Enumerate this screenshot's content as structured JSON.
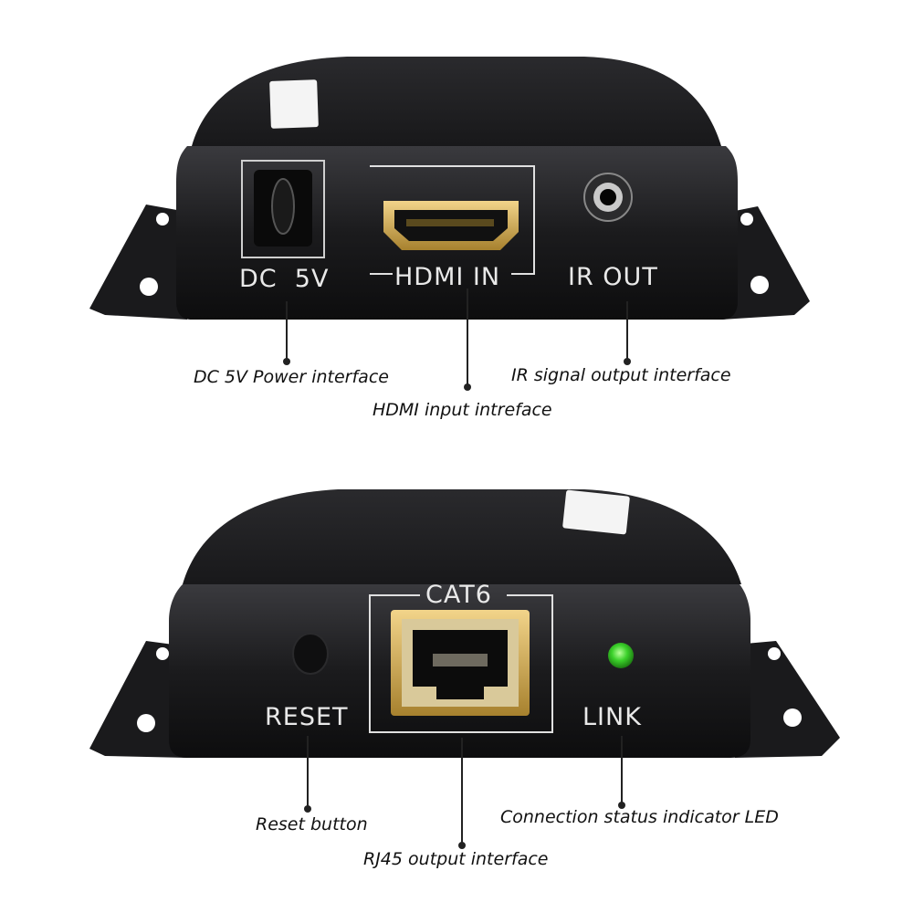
{
  "top_unit": {
    "port_labels": {
      "dc": "DC  5V",
      "hdmi": "HDMI IN",
      "ir": "IR OUT"
    },
    "callouts": {
      "dc": "DC 5V Power interface",
      "hdmi": "HDMI input intreface",
      "ir": "IR signal output interface"
    }
  },
  "bottom_unit": {
    "port_labels": {
      "cat6": "CAT6",
      "reset": "RESET",
      "link": "LINK"
    },
    "callouts": {
      "reset": "Reset button",
      "rj45": "RJ45 output interface",
      "led": "Connection status indicator LED"
    }
  },
  "colors": {
    "housing": "#1c1c1e",
    "label_white": "#e9e9e9",
    "hdmi_gold": "#c9a24a",
    "rj45_gold": "#c8b07a",
    "led_green": "#3bd12a"
  }
}
